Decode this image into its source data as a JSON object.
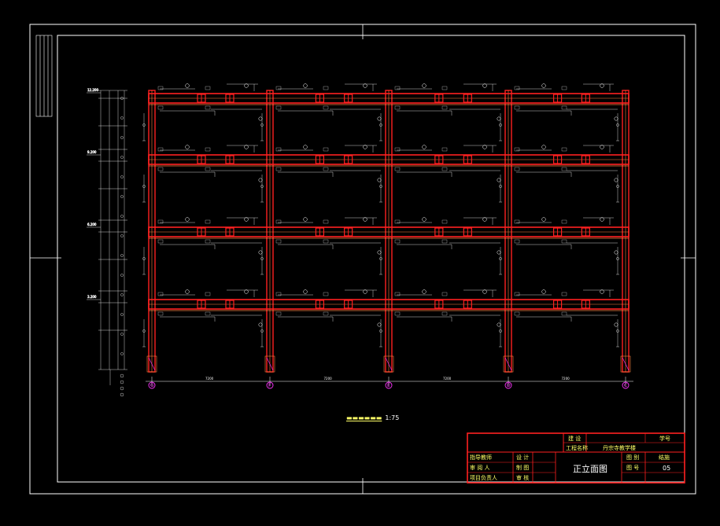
{
  "drawing": {
    "scale_caption": "1:75",
    "axis_labels": [
      "G",
      "F",
      "E",
      "D",
      "C"
    ],
    "bay_dims": [
      "7200",
      "7200",
      "7200",
      "7200"
    ],
    "floor_levels": [
      "12.200",
      "9.200",
      "6.200",
      "3.200"
    ],
    "colors": {
      "frame_red": "#ff2020",
      "frame_orange": "#ff8040",
      "line_white": "#ffffff",
      "axis_magenta": "#ff33ff",
      "text_yellow": "#ffff66"
    }
  },
  "title_block": {
    "row1": {
      "col1": "建 设",
      "col2": "",
      "col3": "学号"
    },
    "row2": {
      "col1": "工程名称",
      "col2": "丹宗寺教学楼"
    },
    "labels_left": [
      "指导教师",
      "审 阅 人",
      "项目负责人"
    ],
    "labels_mid": [
      "设 计",
      "制 图",
      "审 核"
    ],
    "drawing_title": "正立面图",
    "right_labels": [
      "图 别",
      "图 号"
    ],
    "right_values": [
      "结施",
      "05"
    ]
  }
}
